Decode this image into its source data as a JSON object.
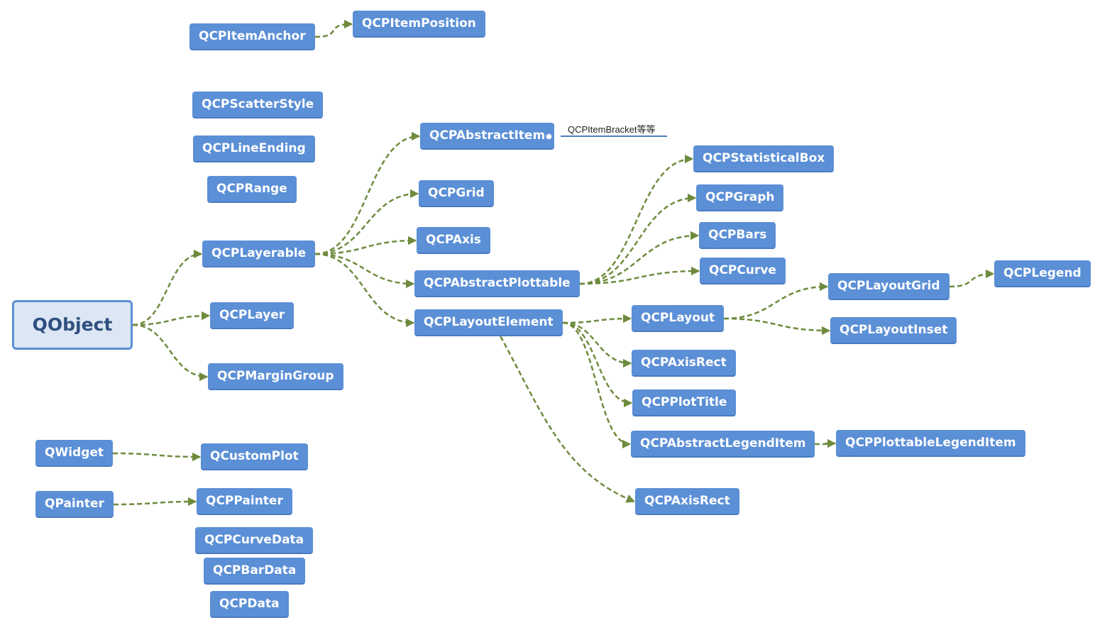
{
  "colors": {
    "node_fill": "#5b8fd6",
    "root_fill": "#dce6f4",
    "root_border": "#5b8fd6",
    "root_text": "#2e4f7e",
    "edge": "#6e8b3d"
  },
  "nodes": {
    "qobject": "QObject",
    "qcpitemanchor": "QCPItemAnchor",
    "qcpitemposition": "QCPItemPosition",
    "qcpscatterstyle": "QCPScatterStyle",
    "qcplineending": "QCPLineEnding",
    "qcprange": "QCPRange",
    "qcplayerable": "QCPLayerable",
    "qcplayer": "QCPLayer",
    "qcpmargingroup": "QCPMarginGroup",
    "qcpabstractitem": "QCPAbstractItem",
    "qcpgrid": "QCPGrid",
    "qcpaxis": "QCPAxis",
    "qcpabstractplottable": "QCPAbstractPlottable",
    "qcplayoutelement": "QCPLayoutElement",
    "qcpstatisticalbox": "QCPStatisticalBox",
    "qcpgraph": "QCPGraph",
    "qcpbars": "QCPBars",
    "qcpcurve": "QCPCurve",
    "qcplayout": "QCPLayout",
    "qcpaxisrect1": "QCPAxisRect",
    "qcpplottitle": "QCPPlotTitle",
    "qcpabstractlegenditem": "QCPAbstractLegendItem",
    "qcpaxisrect2": "QCPAxisRect",
    "qcplayoutgrid": "QCPLayoutGrid",
    "qcplayoutinset": "QCPLayoutInset",
    "qcplegend": "QCPLegend",
    "qcpplottablelegenditem": "QCPPlottableLegendItem",
    "qwidget": "QWidget",
    "qcustomplot": "QCustomPlot",
    "qpainter": "QPainter",
    "qcppainter": "QCPPainter",
    "qcpcurvedata": "QCPCurveData",
    "qcpbardata": "QCPBarData",
    "qcpdata": "QCPData"
  },
  "note": {
    "text": "QCPItemBracket等等"
  },
  "edges": [
    [
      "qcpitemanchor",
      "qcpitemposition"
    ],
    [
      "qobject",
      "qcplayerable"
    ],
    [
      "qobject",
      "qcplayer"
    ],
    [
      "qobject",
      "qcpmargingroup"
    ],
    [
      "qcplayerable",
      "qcpabstractitem"
    ],
    [
      "qcplayerable",
      "qcpgrid"
    ],
    [
      "qcplayerable",
      "qcpaxis"
    ],
    [
      "qcplayerable",
      "qcpabstractplottable"
    ],
    [
      "qcplayerable",
      "qcplayoutelement"
    ],
    [
      "qcpabstractplottable",
      "qcpstatisticalbox"
    ],
    [
      "qcpabstractplottable",
      "qcpgraph"
    ],
    [
      "qcpabstractplottable",
      "qcpbars"
    ],
    [
      "qcpabstractplottable",
      "qcpcurve"
    ],
    [
      "qcplayoutelement",
      "qcplayout"
    ],
    [
      "qcplayoutelement",
      "qcpaxisrect1"
    ],
    [
      "qcplayoutelement",
      "qcpplottitle"
    ],
    [
      "qcplayoutelement",
      "qcpabstractlegenditem"
    ],
    [
      "qcplayoutelement",
      "qcpaxisrect2"
    ],
    [
      "qcplayout",
      "qcplayoutgrid"
    ],
    [
      "qcplayout",
      "qcplayoutinset"
    ],
    [
      "qcplayoutgrid",
      "qcplegend"
    ],
    [
      "qcpabstractlegenditem",
      "qcpplottablelegenditem"
    ],
    [
      "qwidget",
      "qcustomplot"
    ],
    [
      "qpainter",
      "qcppainter"
    ]
  ]
}
